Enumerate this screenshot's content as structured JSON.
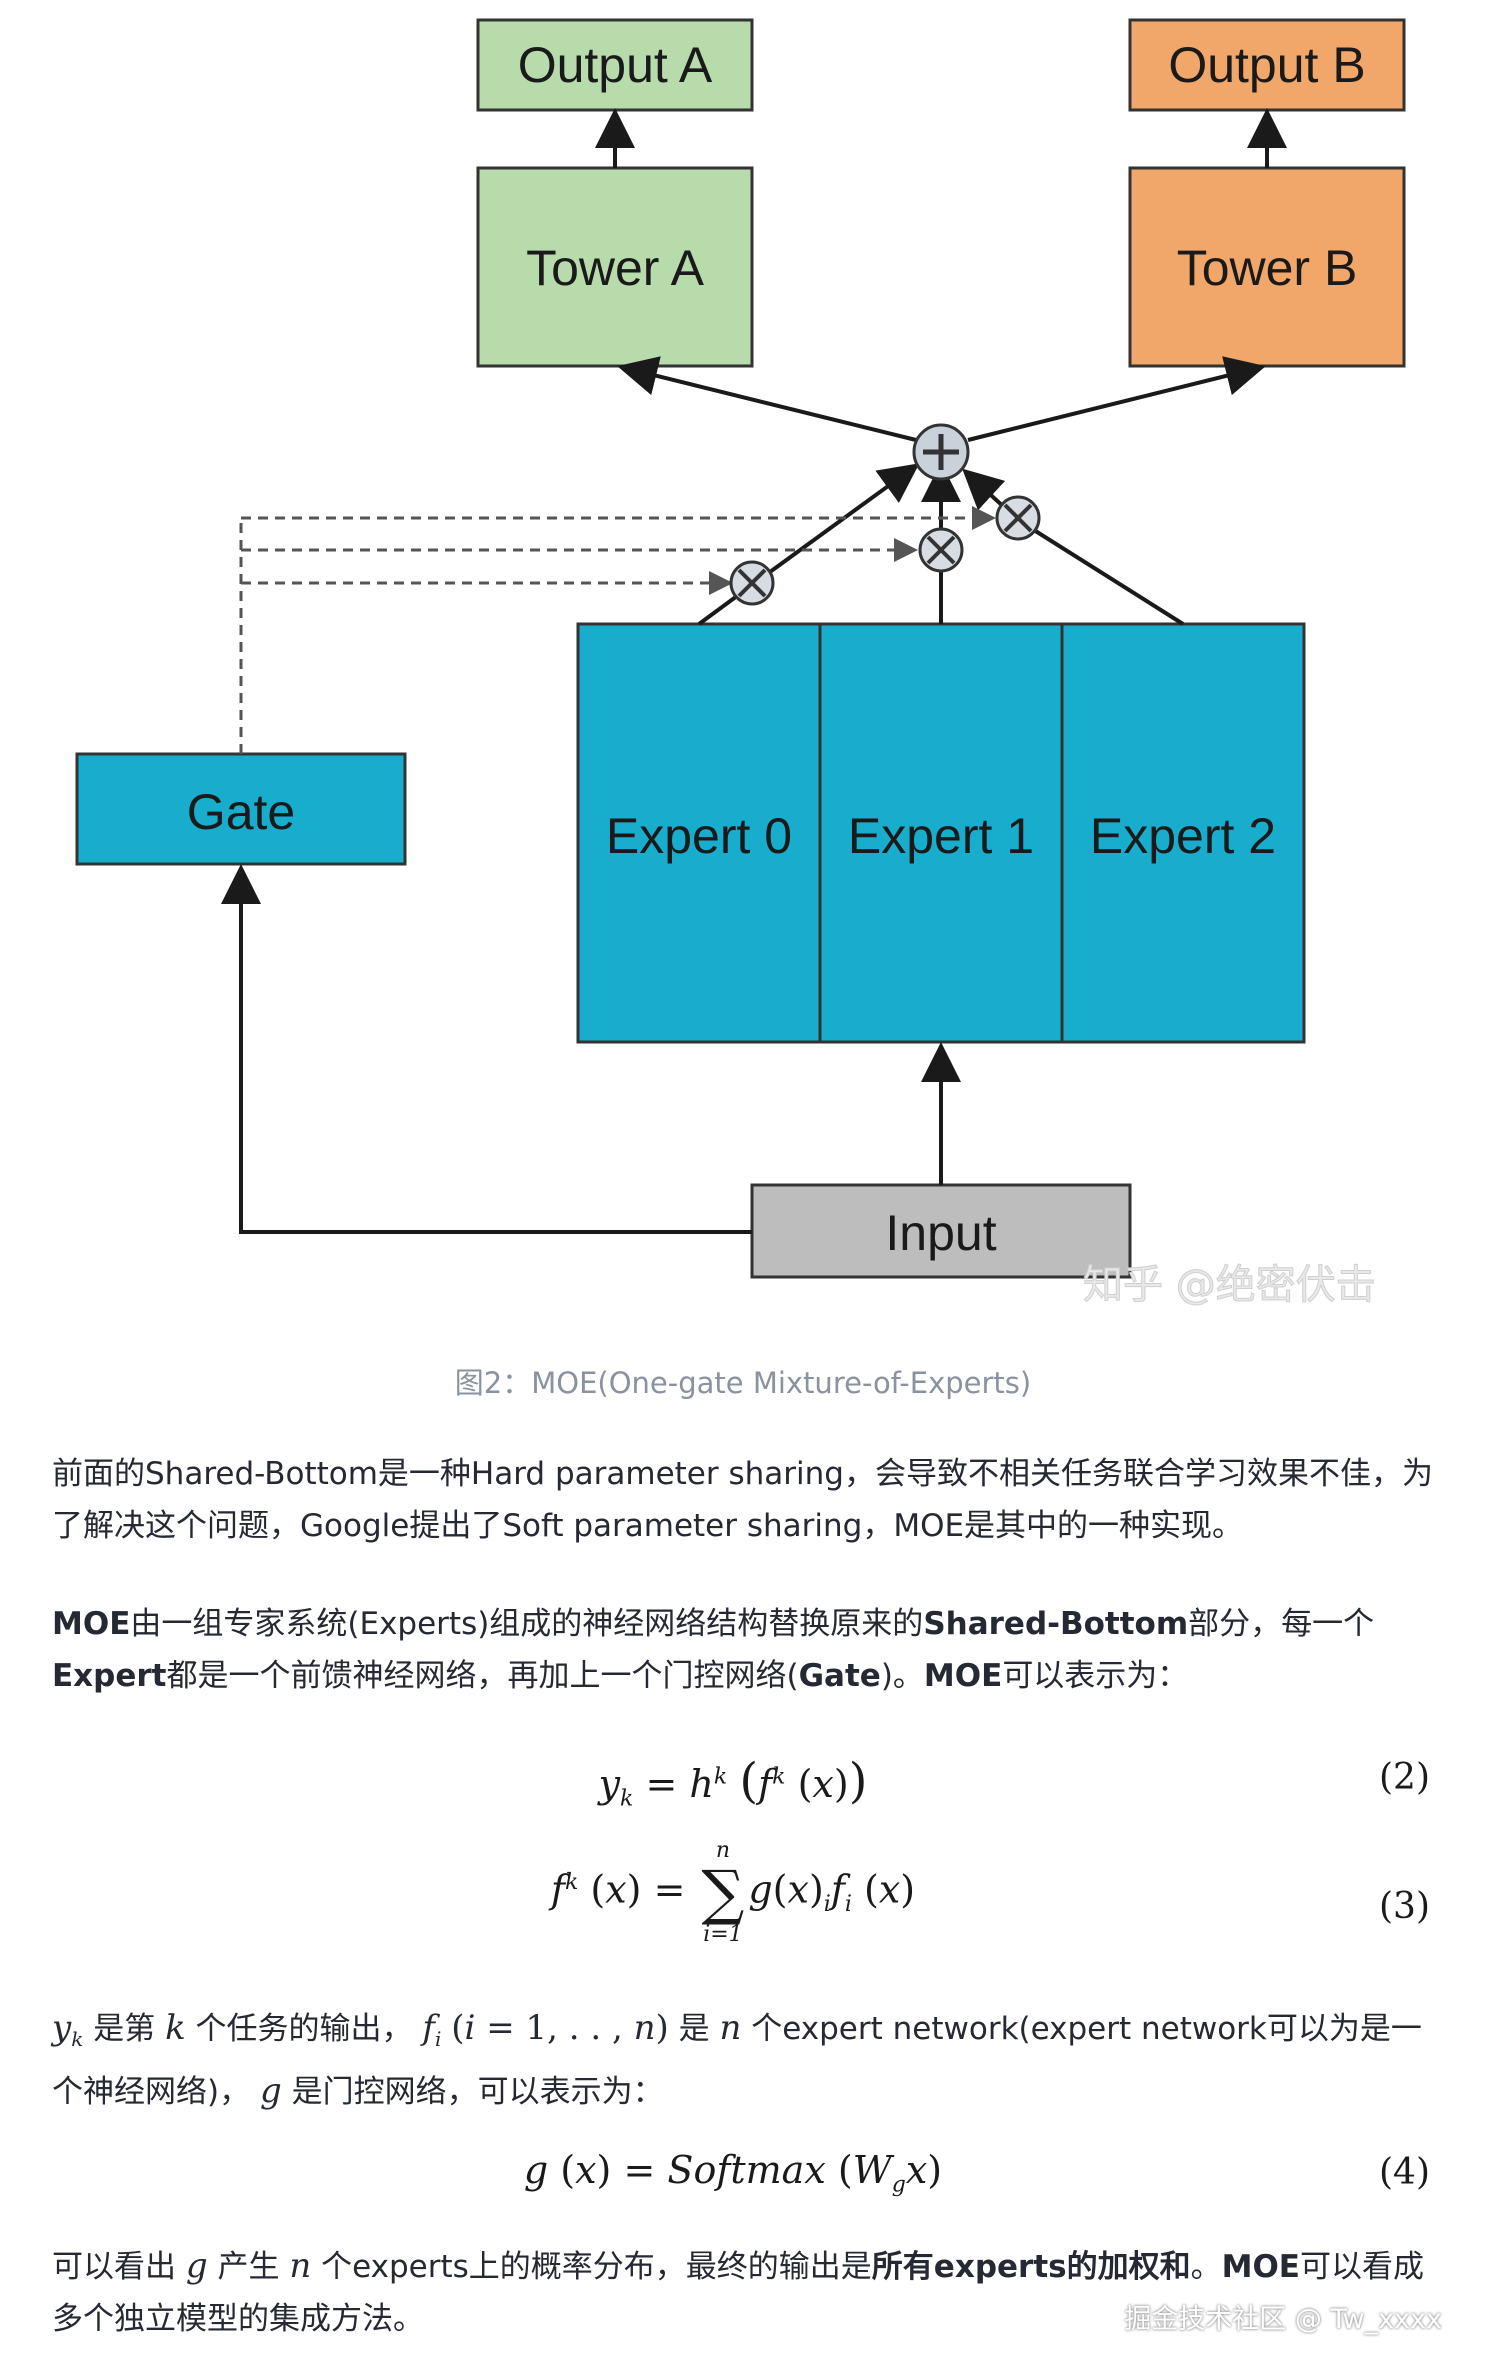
{
  "diagram": {
    "output_a": "Output A",
    "output_b": "Output B",
    "tower_a": "Tower A",
    "tower_b": "Tower B",
    "gate": "Gate",
    "expert_0": "Expert 0",
    "expert_1": "Expert 1",
    "expert_2": "Expert 2",
    "input": "Input",
    "watermark": "知乎 @绝密伏击",
    "colors": {
      "tower_a_fill": "#b8dbac",
      "tower_b_fill": "#f2a76a",
      "expert_fill": "#18adcc",
      "input_fill": "#bdbdbd"
    }
  },
  "caption": "图2：MOE(One-gate Mixture-of-Experts)",
  "para1": {
    "line": "前面的Shared-Bottom是一种Hard parameter sharing，会导致不相关任务联合学习效果不佳，为了解决这个问题，Google提出了Soft parameter sharing，MOE是其中的一种实现。"
  },
  "para2": {
    "b1": "MOE",
    "t1": "由一组专家系统(Experts)组成的神经网络结构替换原来的",
    "b2": "Shared-Bottom",
    "t2": "部分，每一个",
    "b3": "Expert",
    "t3": "都是一个前馈神经网络，再加上一个门控网络(",
    "b4": "Gate",
    "t4": ")。",
    "b5": "MOE",
    "t5": "可以表示为："
  },
  "eq2": {
    "number": "(2)"
  },
  "eq3": {
    "number": "(3)",
    "upper": "n",
    "lower": "i=1"
  },
  "para3": {
    "t1": "是第",
    "t2": "个任务的输出，",
    "t3": "是",
    "t4": "个expert network(expert network可以为是一个神经网络)，",
    "t5": "是门控网络，可以表示为："
  },
  "eq4": {
    "number": "(4)",
    "func": "Softmax"
  },
  "para4": {
    "t1": "可以看出",
    "t2": "产生",
    "t3": "个experts上的概率分布，最终的输出是",
    "b1": "所有experts的加权和",
    "t4": "。",
    "b2": "MOE",
    "t5": "可以看成多个独立模型的集成方法。"
  },
  "footer": "掘金技术社区 @ Tw_xxxx"
}
